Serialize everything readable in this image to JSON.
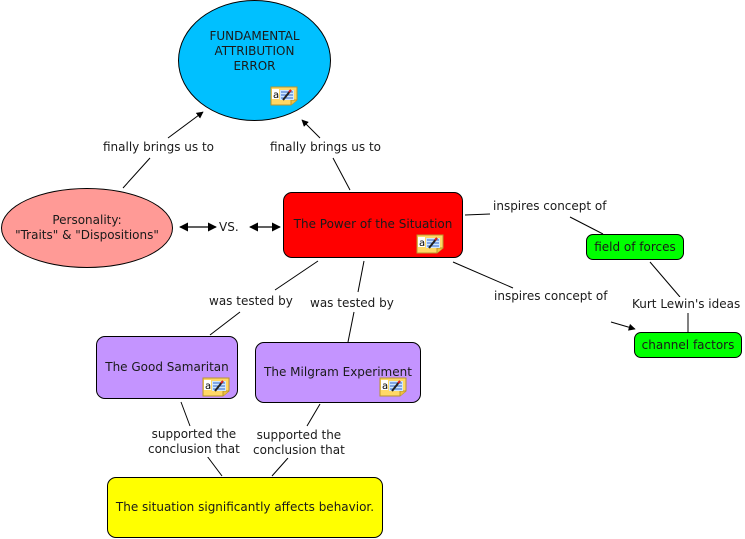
{
  "colors": {
    "fae": "#00c0ff",
    "personality": "#ff9a96",
    "power": "#ff0000",
    "experiment": "#c494ff",
    "conclusion": "#ffff00",
    "lewin": "#00ff00",
    "line": "#000000"
  },
  "nodes": {
    "fae": {
      "label": "FUNDAMENTAL ATTRIBUTION ERROR",
      "line1": "FUNDAMENTAL",
      "line2": "ATTRIBUTION",
      "line3": "ERROR",
      "has_note": true
    },
    "personality": {
      "line1": "Personality:",
      "line2": "\"Traits\" & \"Dispositions\"",
      "has_note": false
    },
    "vs": {
      "label": "VS."
    },
    "power": {
      "label": "The Power of the Situation",
      "has_note": true
    },
    "good_samaritan": {
      "label": "The Good Samaritan",
      "has_note": true
    },
    "milgram": {
      "label": "The Milgram Experiment",
      "has_note": true
    },
    "conclusion": {
      "label": "The situation significantly affects behavior.",
      "has_note": false
    },
    "field_of_forces": {
      "label": "field of forces",
      "has_note": false
    },
    "channel_factors": {
      "label": "channel factors",
      "has_note": false
    }
  },
  "link_labels": {
    "personality_to_fae": "finally brings us to",
    "power_to_fae": "finally brings us to",
    "power_inspires_field": "inspires concept of",
    "power_inspires_channel": "inspires concept of",
    "kurt_lewin": "Kurt Lewin's ideas",
    "tested_samaritan": "was tested by",
    "tested_milgram": "was tested by",
    "samaritan_supports": {
      "line1": "supported the",
      "line2": "conclusion that"
    },
    "milgram_supports": {
      "line1": "supported the",
      "line2": "conclusion that"
    }
  },
  "icons": {
    "note": "annotation-note-icon"
  }
}
